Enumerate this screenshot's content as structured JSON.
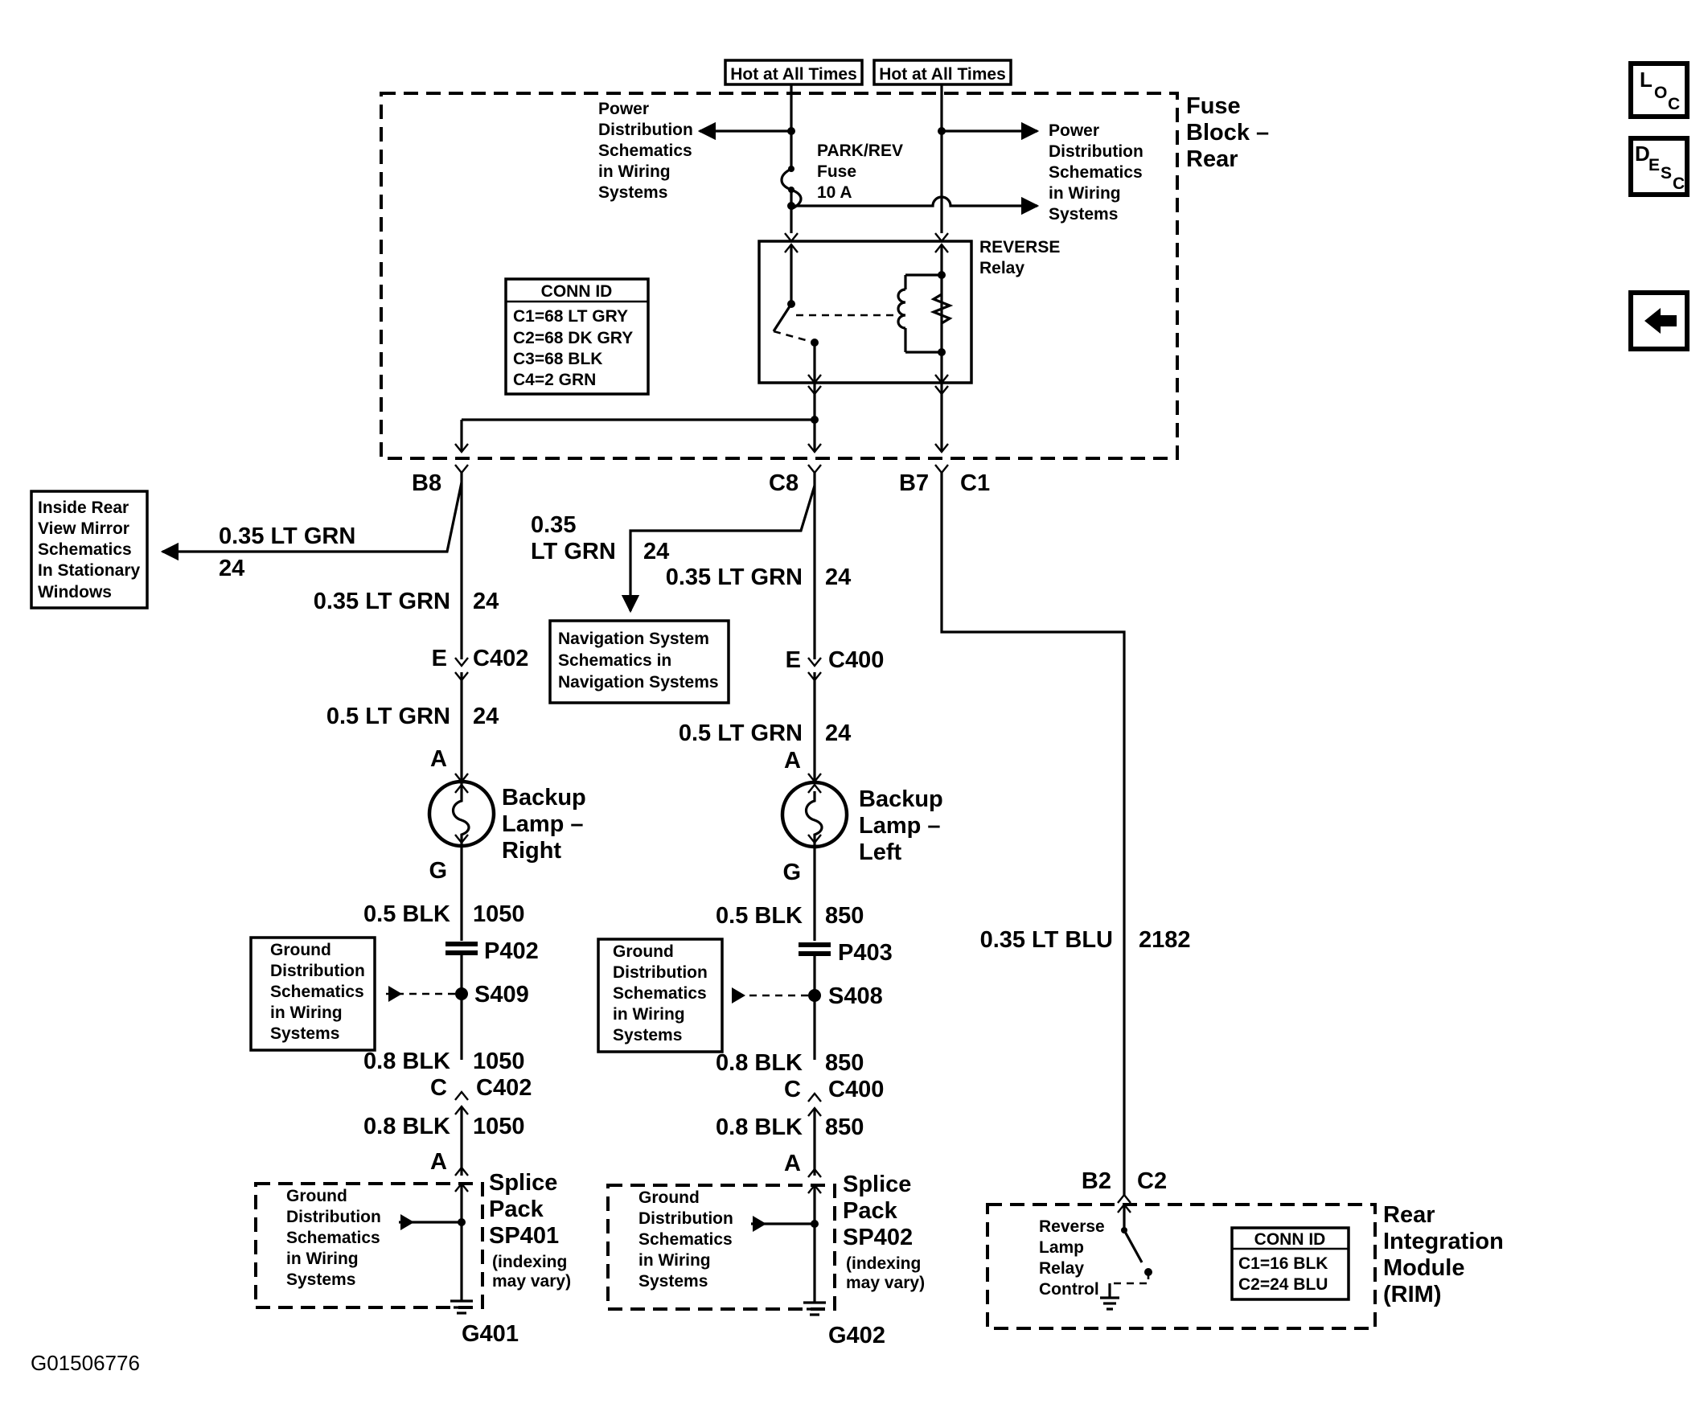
{
  "diagram": {
    "power_labels": [
      "Hot at All Times",
      "Hot at All Times"
    ],
    "fuse_block": [
      "Fuse",
      "Block –",
      "Rear"
    ],
    "pds_left": [
      "Power",
      "Distribution",
      "Schematics",
      "in Wiring",
      "Systems"
    ],
    "pds_right": [
      "Power",
      "Distribution",
      "Schematics",
      "in Wiring",
      "Systems"
    ],
    "fuse": [
      "PARK/REV",
      "Fuse",
      "10 A"
    ],
    "relay": [
      "REVERSE",
      "Relay"
    ],
    "conn_id_fb": {
      "title": "CONN ID",
      "lines": [
        "C1=68 LT GRY",
        "C2=68 DK GRY",
        "C3=68 BLK",
        "C4=2 GRN"
      ]
    },
    "pins": {
      "b8": "B8",
      "c8": "C8",
      "b7": "B7",
      "c1": "C1"
    },
    "mirror_ref": [
      "Inside Rear",
      "View Mirror",
      "Schematics",
      "In Stationary",
      "Windows"
    ],
    "nav_ref": [
      "Navigation System",
      "Schematics in",
      "Navigation Systems"
    ],
    "wires": {
      "mirror_color": "0.35 LT GRN",
      "mirror_circuit": "24",
      "nav_color": "0.35",
      "nav_color2": "LT GRN",
      "nav_circuit": "24",
      "right_top_color": "0.35 LT GRN",
      "right_top_circuit": "24",
      "left_top_color": "0.35 LT GRN",
      "left_top_circuit": "24",
      "right_mid_color": "0.5 LT GRN",
      "right_mid_circuit": "24",
      "left_mid_color": "0.5 LT GRN",
      "left_mid_circuit": "24",
      "right_gnd1_color": "0.5 BLK",
      "right_gnd1_circuit": "1050",
      "left_gnd1_color": "0.5 BLK",
      "left_gnd1_circuit": "850",
      "right_gnd2_color": "0.8 BLK",
      "right_gnd2_circuit": "1050",
      "left_gnd2_color": "0.8 BLK",
      "left_gnd2_circuit": "850",
      "right_gnd3_color": "0.8 BLK",
      "right_gnd3_circuit": "1050",
      "left_gnd3_color": "0.8 BLK",
      "left_gnd3_circuit": "850",
      "rim_color": "0.35 LT BLU",
      "rim_circuit": "2182"
    },
    "connectors": {
      "right_e": "E",
      "c402": "C402",
      "left_e": "E",
      "c400": "C400",
      "right_a": "A",
      "right_g": "G",
      "left_a": "A",
      "left_g": "G",
      "right_c": "C",
      "c402b": "C402",
      "left_c": "C",
      "c400b": "C400",
      "right_a2": "A",
      "left_a2": "A"
    },
    "lamp_right": [
      "Backup",
      "Lamp –",
      "Right"
    ],
    "lamp_left": [
      "Backup",
      "Lamp –",
      "Left"
    ],
    "p402": "P402",
    "s409": "S409",
    "p403": "P403",
    "s408": "S408",
    "gnd_ref_right": [
      "Ground",
      "Distribution",
      "Schematics",
      "in Wiring",
      "Systems"
    ],
    "gnd_ref_left": [
      "Ground",
      "Distribution",
      "Schematics",
      "in Wiring",
      "Systems"
    ],
    "sp_ref_right": [
      "Ground",
      "Distribution",
      "Schematics",
      "in Wiring",
      "Systems"
    ],
    "sp_ref_left": [
      "Ground",
      "Distribution",
      "Schematics",
      "in Wiring",
      "Systems"
    ],
    "splice_right": [
      "Splice",
      "Pack",
      "SP401",
      "(indexing",
      "may vary)"
    ],
    "splice_left": [
      "Splice",
      "Pack",
      "SP402",
      "(indexing",
      "may vary)"
    ],
    "g401": "G401",
    "g402": "G402",
    "rim_pins": {
      "b2": "B2",
      "c2": "C2"
    },
    "rim_control": [
      "Reverse",
      "Lamp",
      "Relay",
      "Control"
    ],
    "conn_id_rim": {
      "title": "CONN ID",
      "lines": [
        "C1=16 BLK",
        "C2=24 BLU"
      ]
    },
    "rim": [
      "Rear",
      "Integration",
      "Module",
      "(RIM)"
    ],
    "figure_id": "G01506776"
  },
  "nav_buttons": {
    "loc": {
      "big": "L",
      "small1": "O",
      "small2": "C"
    },
    "desc": {
      "big": "D",
      "small1": "E",
      "small2": "S",
      "small3": "C"
    },
    "back_icon": "left-arrow-icon"
  }
}
